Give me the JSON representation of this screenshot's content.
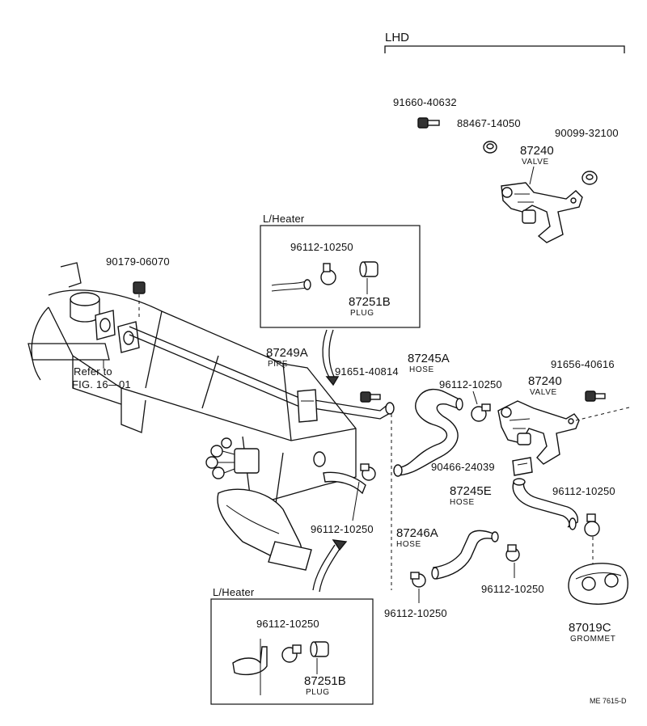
{
  "header": {
    "lhd_label": "LHD"
  },
  "insets": {
    "top": {
      "title": "L/Heater",
      "clamp_part": "96112-10250",
      "plug_part": "87251B",
      "plug_name": "PLUG"
    },
    "bottom": {
      "title": "L/Heater",
      "clamp_part": "96112-10250",
      "plug_part": "87251B",
      "plug_name": "PLUG"
    }
  },
  "parts": {
    "p91660": "91660-40632",
    "p88467": "88467-14050",
    "p90099": "90099-32100",
    "valve_lhd_num": "87240",
    "valve_lhd_name": "VALVE",
    "p90179": "90179-06070",
    "refer_line1": "Refer to",
    "refer_line2": "FIG. 16—01",
    "pipe_num": "87249A",
    "pipe_name": "PIPE",
    "p91651": "91651-40814",
    "hose_a_num": "87245A",
    "hose_a_name": "HOSE",
    "clamp_upper": "96112-10250",
    "valve_num": "87240",
    "valve_name": "VALVE",
    "p91656": "91656-40616",
    "p90466": "90466-24039",
    "hose_e_num": "87245E",
    "hose_e_name": "HOSE",
    "clamp_right": "96112-10250",
    "clamp_engine": "96112-10250",
    "hose_246_num": "87246A",
    "hose_246_name": "HOSE",
    "clamp_mid": "96112-10250",
    "clamp_lower": "96112-10250",
    "grommet_num": "87019C",
    "grommet_name": "GROMMET"
  },
  "footer": {
    "code": "ME 7615-D"
  }
}
